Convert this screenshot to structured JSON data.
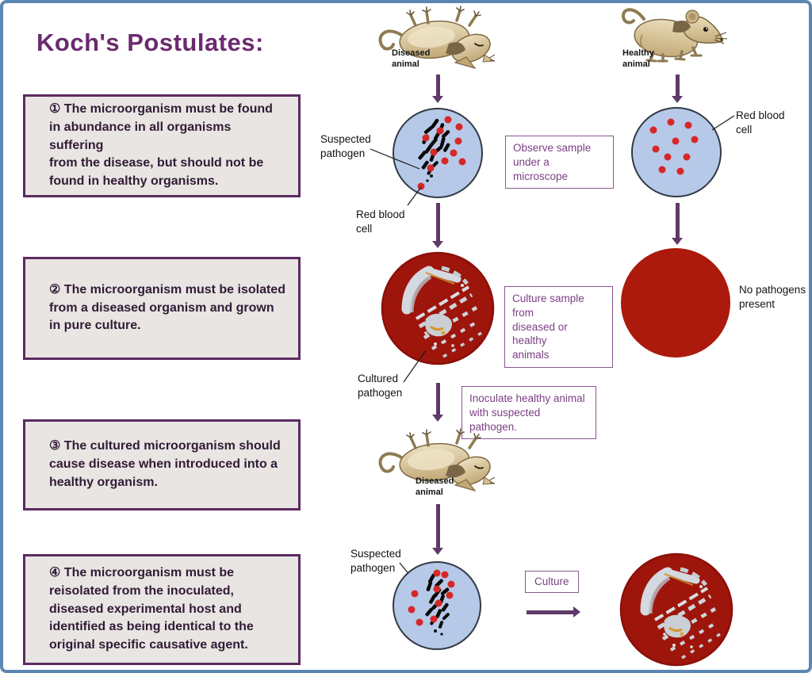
{
  "title": "Koch's Postulates:",
  "postulates": [
    {
      "text": "① The microorganism must be found\nin abundance in all organisms suffering\nfrom the disease, but should not be\nfound in healthy organisms."
    },
    {
      "text": "② The microorganism must be isolated\nfrom a diseased organism and grown\nin pure culture."
    },
    {
      "text": "③ The cultured microorganism should\ncause disease when introduced into a\nhealthy organism."
    },
    {
      "text": "④ The microorganism must be\nreisolated from the inoculated,\ndiseased experimental host and\nidentified as being identical to the\noriginal specific causative agent."
    }
  ],
  "labels": {
    "diseased_animal_top": "Diseased\nanimal",
    "healthy_animal": "Healthy\nanimal",
    "suspected_pathogen_top": "Suspected\npathogen",
    "red_blood_cell_left": "Red blood\ncell",
    "red_blood_cell_right": "Red blood\ncell",
    "cultured_pathogen": "Cultured\npathogen",
    "no_pathogens": "No pathogens\npresent",
    "diseased_animal_mid": "Diseased\nanimal",
    "suspected_pathogen_bottom": "Suspected\npathogen"
  },
  "process_boxes": {
    "observe": "Observe sample\nunder a microscope",
    "culture_sample": "Culture sample from\ndiseased or healthy\nanimals",
    "inoculate": "Inoculate healthy animal\nwith suspected pathogen.",
    "culture": "Culture"
  },
  "colors": {
    "frame_blue": "#5b87b5",
    "title_purple": "#6b2a70",
    "postulate_box_fill": "#e8e5e2",
    "postulate_box_border": "#5c2b61",
    "postulate_text": "#311b36",
    "process_box_purple": "#7b3f84",
    "arrow_purple": "#5f3a68",
    "microscope_circle_fill": "#b7c9e8",
    "red_blood_cell": "#d62828",
    "pathogen_black": "#0a0a0a",
    "agar_red": "#9e150c",
    "colony_gray": "#ccd3d9",
    "mouse_tan": "#dcc9a0"
  }
}
